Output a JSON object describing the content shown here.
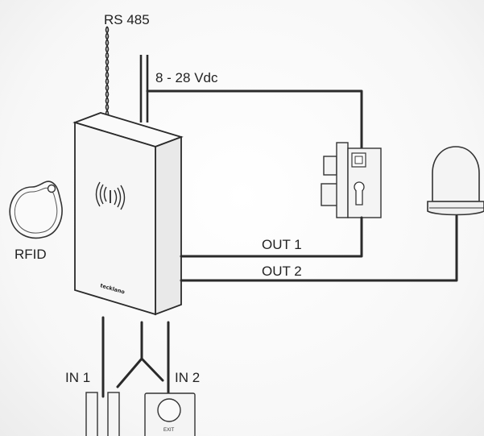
{
  "labels": {
    "bus": "RS 485",
    "power": "8 - 28 Vdc",
    "rfid": "RFID",
    "out1": "OUT 1",
    "out2": "OUT 2",
    "in1": "IN 1",
    "in2": "IN 2",
    "exit": "EXIT",
    "brand": "tecklano"
  },
  "icons": [
    "rfid-tag-icon",
    "nfc-wave-icon",
    "door-lock-icon",
    "beacon-lamp-icon",
    "door-contact-icon",
    "exit-button-icon"
  ],
  "colors": {
    "line": "#2a2a2a",
    "background": "#f7f7f7"
  }
}
